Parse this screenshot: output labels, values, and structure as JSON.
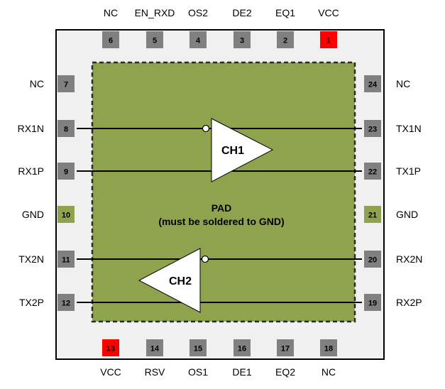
{
  "pad": {
    "title": "PAD",
    "subtitle": "(must be soldered to GND)"
  },
  "channels": {
    "ch1": "CH1",
    "ch2": "CH2"
  },
  "colors": {
    "package": "#f0f0f0",
    "pad_fill": "#8fa34f",
    "pad_border": "#2b2b2b",
    "pin_gray": "#808080",
    "pin_power": "#ff0000",
    "pin_ground": "#8fa34f",
    "trace": "#000000",
    "buffer": "#ffffff"
  },
  "pins": {
    "top": [
      {
        "num": "6",
        "name": "NC",
        "kind": "gray"
      },
      {
        "num": "5",
        "name": "EN_RXD",
        "kind": "gray"
      },
      {
        "num": "4",
        "name": "OS2",
        "kind": "gray"
      },
      {
        "num": "3",
        "name": "DE2",
        "kind": "gray"
      },
      {
        "num": "2",
        "name": "EQ1",
        "kind": "gray"
      },
      {
        "num": "1",
        "name": "VCC",
        "kind": "power"
      }
    ],
    "left": [
      {
        "num": "7",
        "name": "NC",
        "kind": "gray"
      },
      {
        "num": "8",
        "name": "RX1N",
        "kind": "gray"
      },
      {
        "num": "9",
        "name": "RX1P",
        "kind": "gray"
      },
      {
        "num": "10",
        "name": "GND",
        "kind": "ground"
      },
      {
        "num": "11",
        "name": "TX2N",
        "kind": "gray"
      },
      {
        "num": "12",
        "name": "TX2P",
        "kind": "gray"
      }
    ],
    "right": [
      {
        "num": "24",
        "name": "NC",
        "kind": "gray"
      },
      {
        "num": "23",
        "name": "TX1N",
        "kind": "gray"
      },
      {
        "num": "22",
        "name": "TX1P",
        "kind": "gray"
      },
      {
        "num": "21",
        "name": "GND",
        "kind": "ground"
      },
      {
        "num": "20",
        "name": "RX2N",
        "kind": "gray"
      },
      {
        "num": "19",
        "name": "RX2P",
        "kind": "gray"
      }
    ],
    "bottom": [
      {
        "num": "13",
        "name": "VCC",
        "kind": "power"
      },
      {
        "num": "14",
        "name": "RSV",
        "kind": "gray"
      },
      {
        "num": "15",
        "name": "OS1",
        "kind": "gray"
      },
      {
        "num": "16",
        "name": "DE1",
        "kind": "gray"
      },
      {
        "num": "17",
        "name": "EQ2",
        "kind": "gray"
      },
      {
        "num": "18",
        "name": "NC",
        "kind": "gray"
      }
    ]
  }
}
